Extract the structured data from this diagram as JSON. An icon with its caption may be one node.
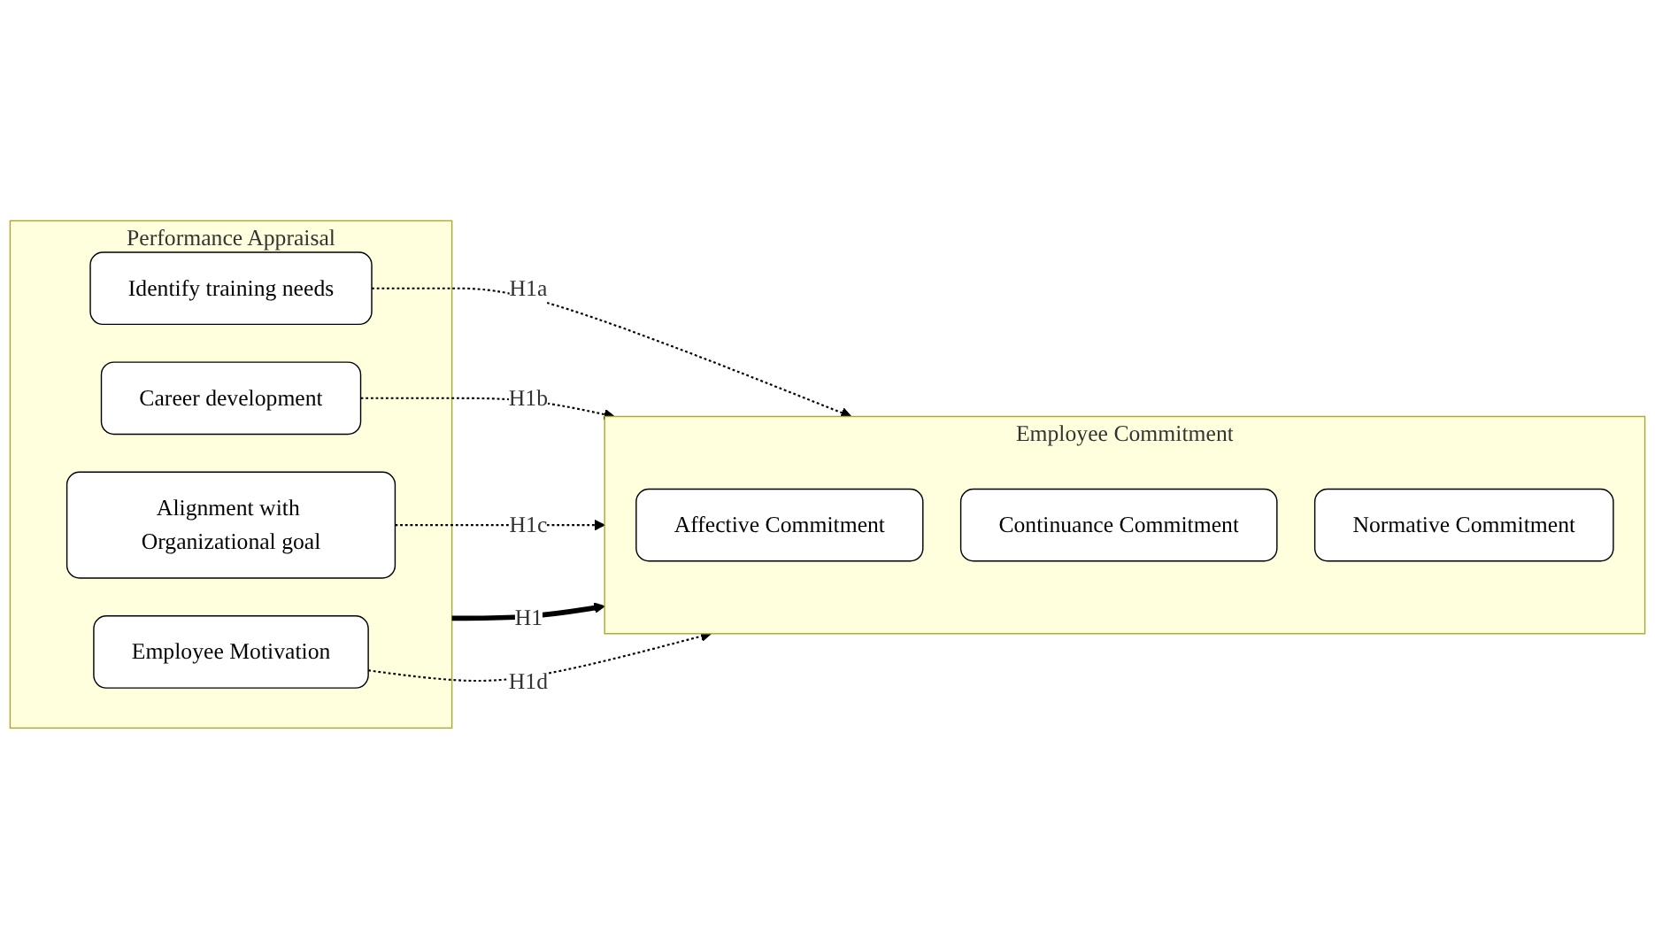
{
  "diagram": {
    "nodes": [
      {
        "text": [
          "Performance Appraisal"
        ]
      },
      {
        "text": [
          "Identify training needs"
        ],
        "in": 0
      },
      {
        "text": [
          "Career development"
        ],
        "in": 0
      },
      {
        "text": [
          "Alignment with Organizational goal"
        ],
        "in": 0
      },
      {
        "text": [
          "Employee Motivation"
        ],
        "in": 0
      },
      {
        "text": [
          "Employee Commitment"
        ]
      },
      {
        "text": [
          "Affective Commitment"
        ],
        "in": 5
      },
      {
        "text": [
          "Continuance Commitment"
        ],
        "in": 5
      },
      {
        "text": [
          "Normative Commitment"
        ],
        "in": 5
      }
    ],
    "edges": [
      {
        "from": 0,
        "to": 5,
        "arrow": "to",
        "label": "H1",
        "style": "thick"
      },
      {
        "from": 1,
        "to": 5,
        "arrow": "to",
        "label": "H1a",
        "style": "dashed"
      },
      {
        "from": 2,
        "to": 5,
        "arrow": "to",
        "label": "H1b",
        "style": "dashed"
      },
      {
        "from": 3,
        "to": 5,
        "arrow": "to",
        "label": "H1c",
        "style": "dashed"
      },
      {
        "from": 4,
        "to": 5,
        "arrow": "to",
        "label": "H1d",
        "style": "dashed"
      }
    ]
  }
}
